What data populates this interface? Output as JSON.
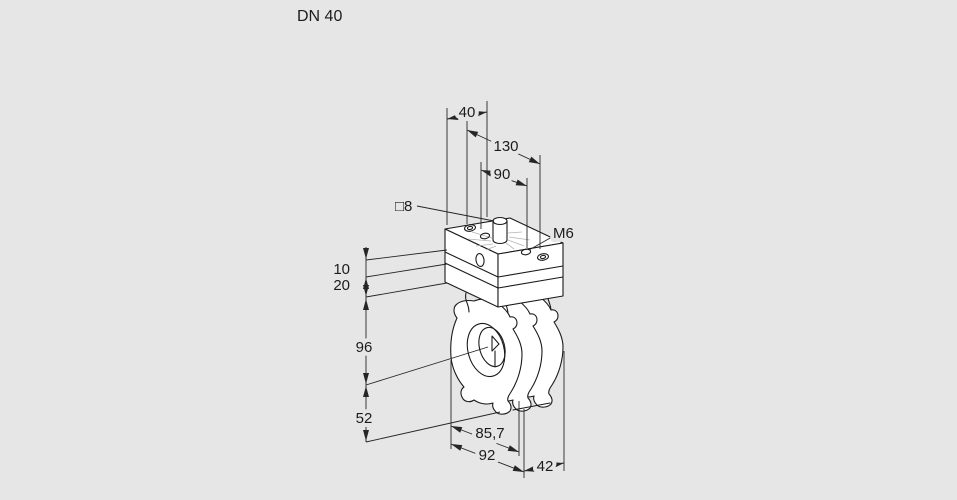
{
  "title": "DN 40",
  "drawing": {
    "labels": {
      "width_top": "40",
      "length_overall": "130",
      "hole_spacing": "90",
      "shaft_square": "□8",
      "thread": "M6",
      "thickness_top": "10",
      "thickness_bottom": "20",
      "height_center": "96",
      "height_bottom": "52",
      "bolt_circle": "85,7",
      "body_od": "92",
      "body_width": "42"
    }
  }
}
